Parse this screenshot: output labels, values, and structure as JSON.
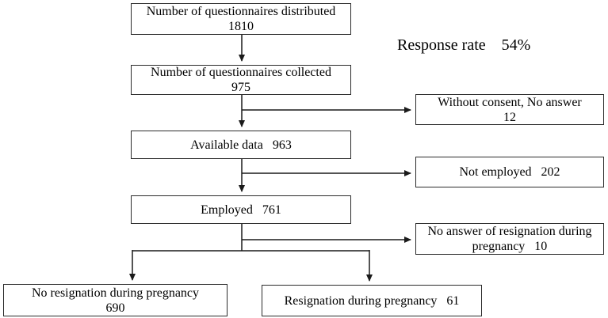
{
  "annotation": {
    "response_rate": "Response rate    54%"
  },
  "boxes": {
    "distributed": {
      "line1": "Number of questionnaires distributed",
      "line2": "1810"
    },
    "collected": {
      "line1": "Number of questionnaires collected",
      "line2": "975"
    },
    "available": {
      "line1": "Available data   963"
    },
    "employed": {
      "line1": "Employed   761"
    },
    "without_consent": {
      "line1": "Without consent, No answer",
      "line2": "12"
    },
    "not_employed": {
      "line1": "Not employed   202"
    },
    "no_answer_resignation": {
      "line1": "No answer of resignation during",
      "line2": "pregnancy   10"
    },
    "no_resignation": {
      "line1": "No resignation during pregnancy",
      "line2": "690"
    },
    "resignation": {
      "line1": "Resignation during pregnancy   61"
    }
  },
  "colors": {
    "background": "#ffffff",
    "border": "#2b2b2b",
    "connector": "#1a1a1a",
    "text": "#000000"
  }
}
